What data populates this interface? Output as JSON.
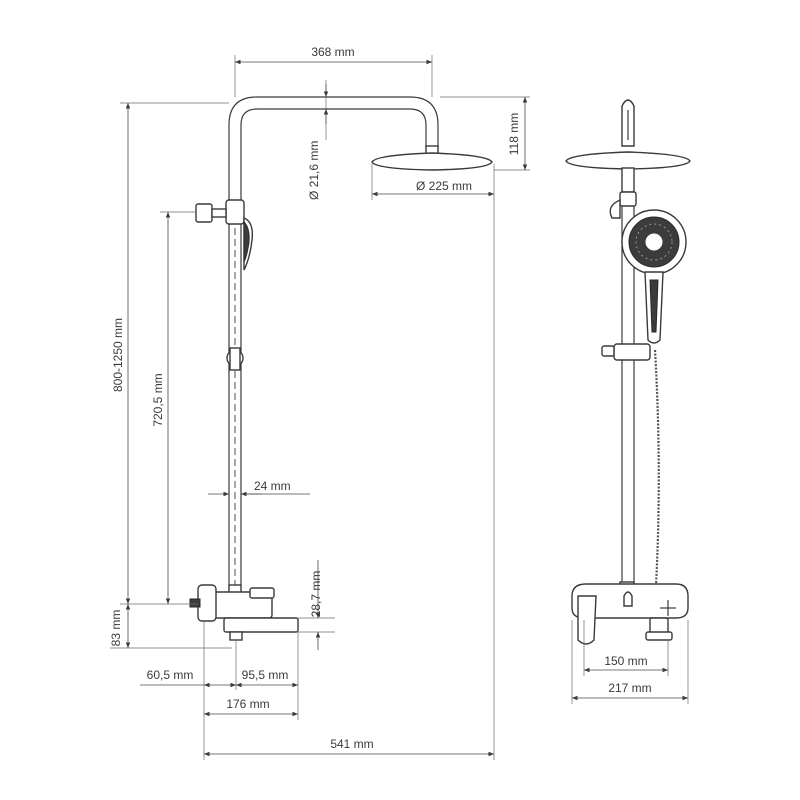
{
  "dimensions": {
    "top_width": "368 mm",
    "pipe_diameter": "Ø 21,6 mm",
    "head_height": "118 mm",
    "head_diameter": "Ø 225 mm",
    "total_height": "800-1250 mm",
    "rail_height": "720,5 mm",
    "rail_width": "24 mm",
    "spout_height": "28,7 mm",
    "bottom_offset": "83 mm",
    "wall_offset": "60,5 mm",
    "spout_length": "95,5 mm",
    "mixer_depth": "176 mm",
    "total_depth": "541 mm",
    "inlet_spacing": "150 mm",
    "mixer_width": "217 mm"
  }
}
